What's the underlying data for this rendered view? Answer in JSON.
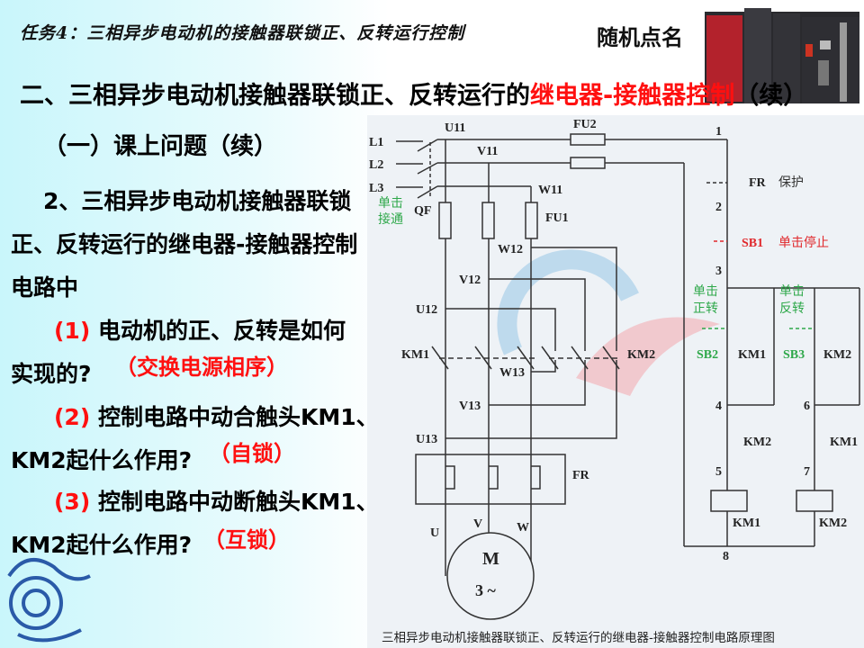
{
  "header": {
    "task_label": "任务4：三相异步电动机的接触器联锁正、反转运行控制",
    "roll_call": "随机点名",
    "title_prefix": "二、三相异步电动机接触器联锁正、反转运行的",
    "title_highlight": "继电器-接触器控制",
    "title_suffix": "（续）"
  },
  "content": {
    "section": "（一）课上问题（续）",
    "q_intro": [
      "2、三相异步电动机接触器联锁",
      "正、反转运行的继电器-接触器控制",
      "电路中"
    ],
    "questions": [
      {
        "num": "(1)",
        "line1": "电动机的正、反转是如何",
        "line2": "实现的?",
        "answer": "（交换电源相序）"
      },
      {
        "num": "(2)",
        "line1": "控制电路中动合触头KM1、",
        "line2": "KM2起什么作用?",
        "answer": "（自锁）"
      },
      {
        "num": "(3)",
        "line1": "控制电路中动断触头KM1、",
        "line2": "KM2起什么作用?",
        "answer": "（互锁）"
      }
    ]
  },
  "diagram": {
    "caption": "三相异步电动机接触器联锁正、反转运行的继电器-接触器控制电路原理图",
    "labels": {
      "L1": "L1",
      "L2": "L2",
      "L3": "L3",
      "QF": "QF",
      "U11": "U11",
      "V11": "V11",
      "W11": "W11",
      "FU1": "FU1",
      "FU2": "FU2",
      "W12": "W12",
      "V12": "V12",
      "U12": "U12",
      "W13": "W13",
      "V13": "V13",
      "U13": "U13",
      "KM1": "KM1",
      "KM2": "KM2",
      "FR": "FR",
      "U": "U",
      "V": "V",
      "W": "W",
      "M": "M",
      "M3": "3 ~",
      "SB1": "SB1",
      "SB2": "SB2",
      "SB3": "SB3",
      "n1": "1",
      "n2": "2",
      "n3": "3",
      "n4": "4",
      "n5": "5",
      "n6": "6",
      "n7": "7",
      "n8": "8"
    },
    "hints": {
      "qf_a": "单击",
      "qf_b": "接通",
      "fr": "保护",
      "sb1": "单击停止",
      "sb2_a": "单击",
      "sb2_b": "正转",
      "sb3_a": "单击",
      "sb3_b": "反转"
    },
    "colors": {
      "hint_green": "#2ea84a",
      "hint_red": "#e0282c",
      "wire": "#333333"
    }
  }
}
